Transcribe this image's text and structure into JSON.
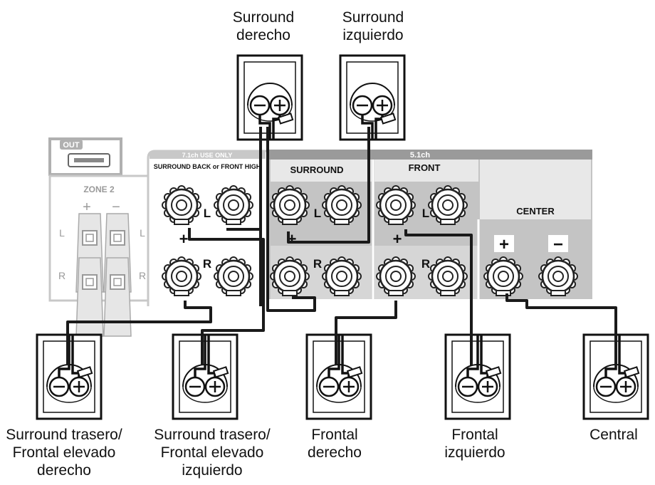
{
  "panel": {
    "out_label": "OUT",
    "zone2_label": "ZONE 2",
    "zone2_plus": "+",
    "zone2_minus": "−",
    "zone2_l": "L",
    "zone2_r": "R",
    "sb_header": "7.1ch USE ONLY",
    "sb_title": "SURROUND BACK or FRONT HIGH",
    "ch51_label": "5.1ch",
    "surround_title": "SURROUND",
    "front_title": "FRONT",
    "center_title": "CENTER",
    "letter_l": "L",
    "letter_r": "R",
    "plus_sign": "+",
    "minus_sign": "−"
  },
  "speakers": {
    "surround_right": [
      "Surround",
      "derecho"
    ],
    "surround_left": [
      "Surround",
      "izquierdo"
    ],
    "sb_right": [
      "Surround trasero/",
      "Frontal elevado",
      "derecho"
    ],
    "sb_left": [
      "Surround trasero/",
      "Frontal elevado",
      "izquierdo"
    ],
    "front_right": [
      "Frontal",
      "derecho"
    ],
    "front_left": [
      "Frontal",
      "izquierdo"
    ],
    "center": [
      "Central"
    ]
  },
  "colors": {
    "panel_gray": "#c4c4c4",
    "bar_gray": "#9a9a9a",
    "cable": "#1a1a1a"
  }
}
